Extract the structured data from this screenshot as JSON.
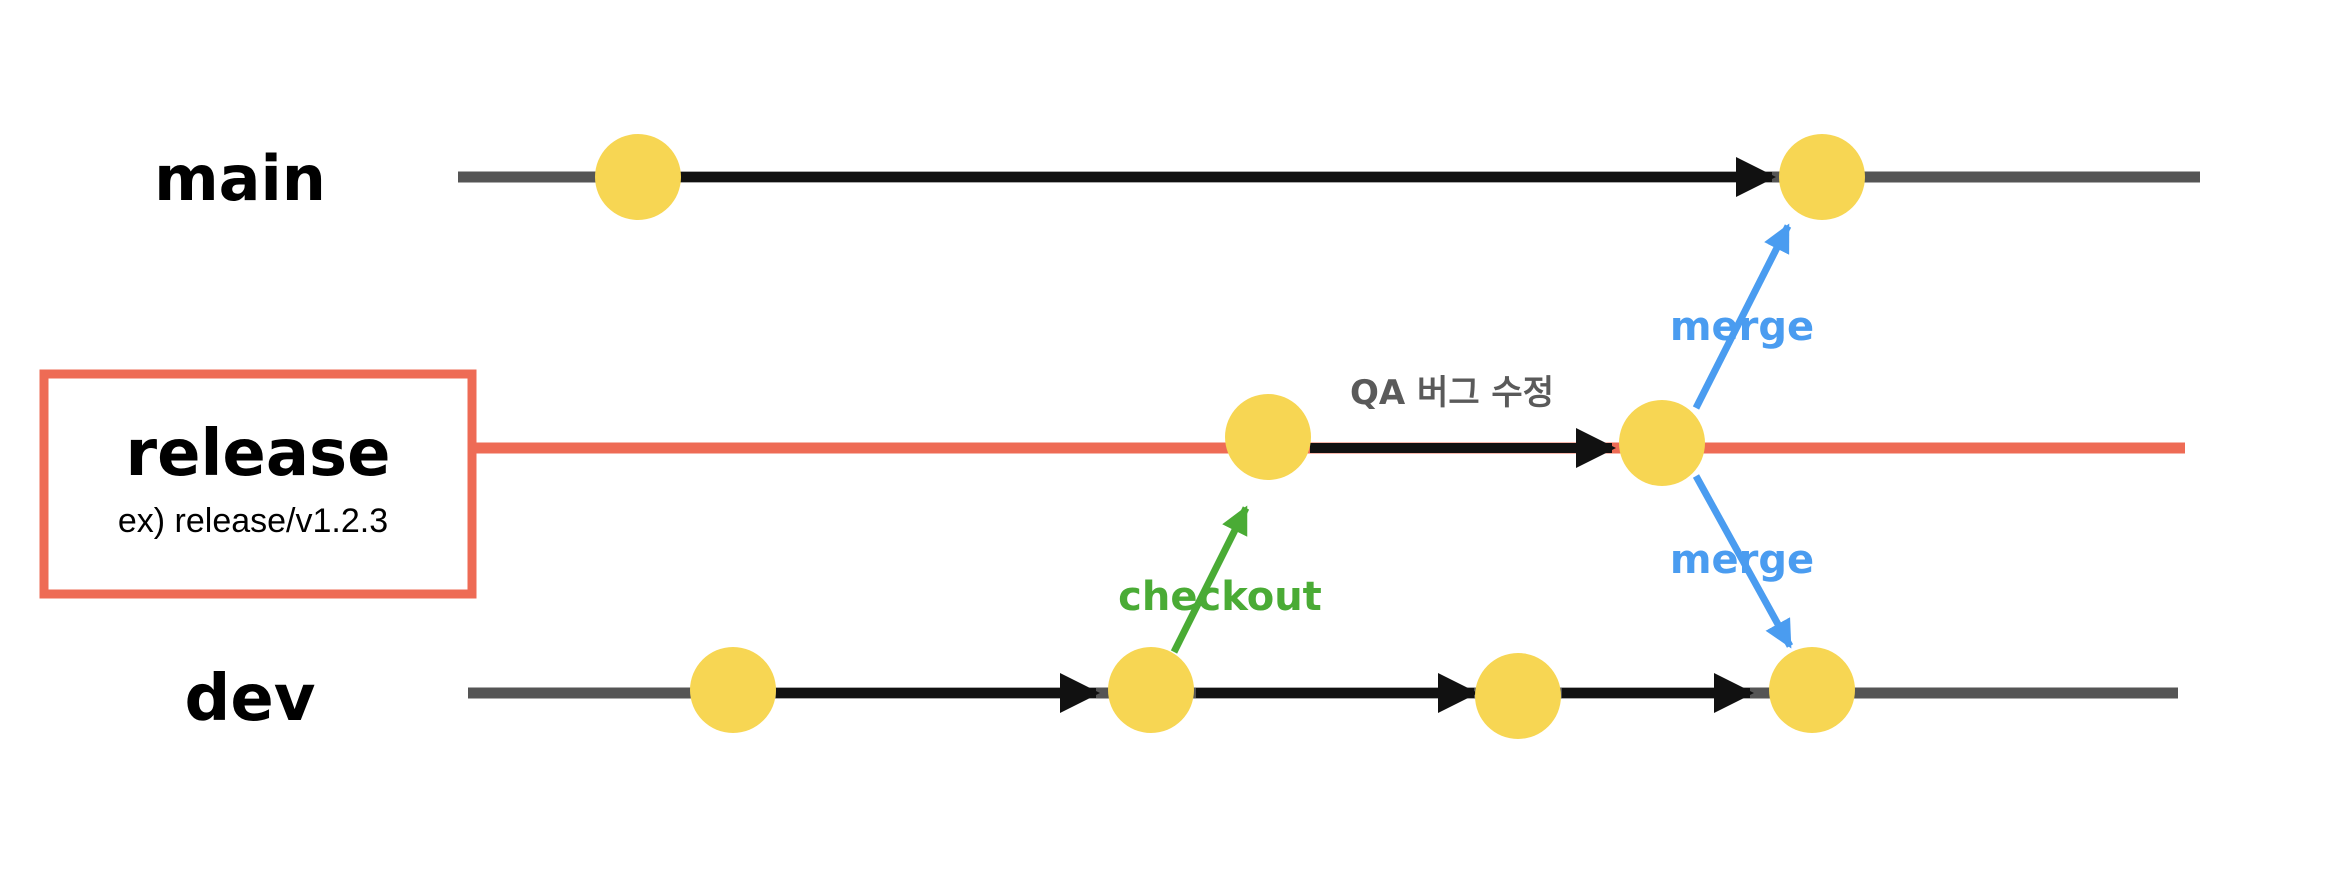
{
  "branches": {
    "main": {
      "label": "main"
    },
    "release": {
      "label": "release",
      "example": "ex) release/v1.2.3"
    },
    "dev": {
      "label": "dev"
    }
  },
  "edge_labels": {
    "qa_fix": "QA 버그 수정",
    "checkout": "checkout",
    "merge_to_main": "merge",
    "merge_to_dev": "merge"
  },
  "colors": {
    "timeline": "#555555",
    "release_line": "#ee6b55",
    "arrow": "#111111",
    "commit": "#f7d653",
    "checkout": "#4aab35",
    "merge": "#4a9cf0",
    "qa_label": "#5a5a5a"
  }
}
